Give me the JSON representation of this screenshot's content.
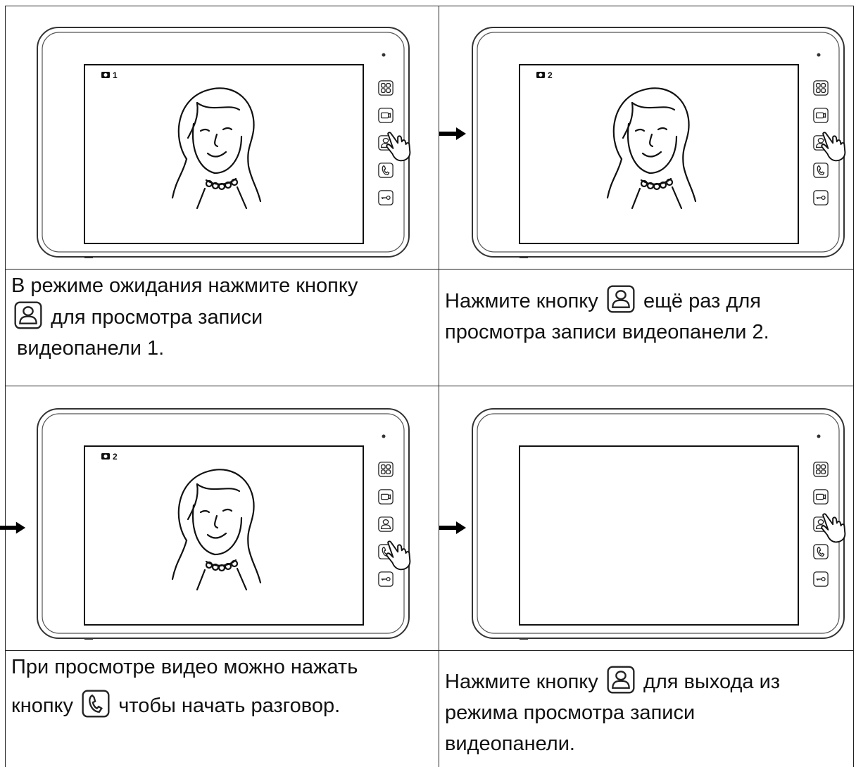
{
  "panels": [
    {
      "id": "p1",
      "overlay": "1",
      "has_face": true,
      "pressed_button": "monitor-button"
    },
    {
      "id": "p2",
      "overlay": "2",
      "has_face": true,
      "pressed_button": "monitor-button"
    },
    {
      "id": "p3",
      "overlay": "2",
      "has_face": true,
      "pressed_button": "talk-button"
    },
    {
      "id": "p4",
      "overlay": "",
      "has_face": false,
      "pressed_button": "monitor-button"
    }
  ],
  "captions": {
    "c1": {
      "before": "В режиме ожидания нажмите кнопку",
      "after": "для просмотра записи",
      "last": "видеопанели 1."
    },
    "c2": {
      "before": "Нажмите кнопку",
      "after": "ещё раз для",
      "last": "просмотра записи видеопанели 2."
    },
    "c3": {
      "first": "При просмотре видео можно нажать",
      "before": "кнопку",
      "after": "чтобы начать разговор."
    },
    "c4": {
      "before": "Нажмите кнопку",
      "after": "для выхода из",
      "line2": "режима просмотра записи",
      "line3": "видеопанели."
    }
  }
}
